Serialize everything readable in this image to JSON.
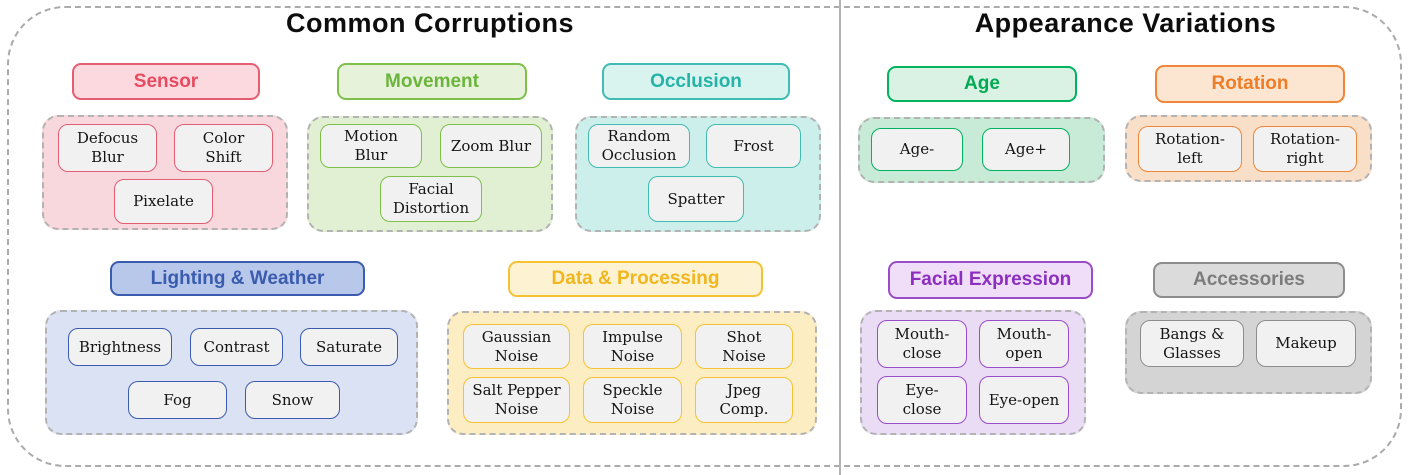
{
  "panels": [
    {
      "title": "Common Corruptions",
      "groups": [
        {
          "name": "Sensor",
          "accent": "#e55d71",
          "text_color": "#e84b61",
          "header_fill": "#fbd9de",
          "container_fill": "#f8d8dd",
          "items": [
            "Defocus Blur",
            "Color Shift",
            "Pixelate"
          ]
        },
        {
          "name": "Movement",
          "accent": "#7fc04a",
          "text_color": "#6cb53d",
          "header_fill": "#e6f2d9",
          "container_fill": "#e1efd3",
          "items": [
            "Motion Blur",
            "Zoom Blur",
            "Facial Distortion"
          ]
        },
        {
          "name": "Occlusion",
          "accent": "#40bcb2",
          "text_color": "#25b3a7",
          "header_fill": "#d9f3ef",
          "container_fill": "#cdefeb",
          "items": [
            "Random Occlusion",
            "Frost",
            "Spatter"
          ]
        },
        {
          "name": "Lighting & Weather",
          "accent": "#3b5cae",
          "text_color": "#3b5cae",
          "header_fill": "#b7c8eb",
          "container_fill": "#dae2f4",
          "items": [
            "Brightness",
            "Contrast",
            "Saturate",
            "Fog",
            "Snow"
          ]
        },
        {
          "name": "Data & Processing",
          "accent": "#f5c234",
          "text_color": "#f1b51d",
          "header_fill": "#fdf3d3",
          "container_fill": "#fdedc2",
          "items": [
            "Gaussian Noise",
            "Impulse Noise",
            "Shot Noise",
            "Salt Pepper Noise",
            "Speckle Noise",
            "Jpeg Comp."
          ]
        }
      ]
    },
    {
      "title": "Appearance Variations",
      "groups": [
        {
          "name": "Age",
          "accent": "#00b35e",
          "text_color": "#00aa54",
          "header_fill": "#d9f2e3",
          "container_fill": "#c7ebd7",
          "items": [
            "Age-",
            "Age+"
          ]
        },
        {
          "name": "Rotation",
          "accent": "#f08638",
          "text_color": "#ee7d26",
          "header_fill": "#fce5d1",
          "container_fill": "#fadfc8",
          "items": [
            "Rotation-left",
            "Rotation-right"
          ]
        },
        {
          "name": "Facial Expression",
          "accent": "#9b4cca",
          "text_color": "#8c2fc0",
          "header_fill": "#f0def8",
          "container_fill": "#eadcf4",
          "items": [
            "Mouth-close",
            "Mouth-open",
            "Eye-close",
            "Eye-open"
          ]
        },
        {
          "name": "Accessories",
          "accent": "#8d8d8d",
          "text_color": "#7c7c7c",
          "header_fill": "#dbdbdb",
          "container_fill": "#d4d4d4",
          "items": [
            "Bangs & Glasses",
            "Makeup"
          ]
        }
      ]
    }
  ]
}
